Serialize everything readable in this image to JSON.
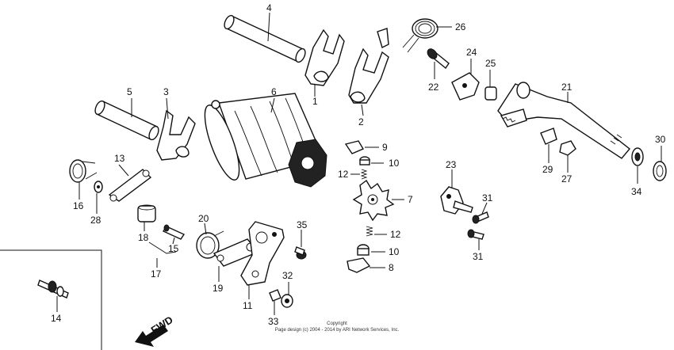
{
  "callouts": {
    "c1": "1",
    "c2": "2",
    "c3": "3",
    "c4": "4",
    "c5": "5",
    "c6": "6",
    "c7": "7",
    "c8": "8",
    "c9": "9",
    "c10a": "10",
    "c10b": "10",
    "c11": "11",
    "c12a": "12",
    "c12b": "12",
    "c13": "13",
    "c14": "14",
    "c15": "15",
    "c16": "16",
    "c17": "17",
    "c18": "18",
    "c19": "19",
    "c20": "20",
    "c21": "21",
    "c22": "22",
    "c23": "23",
    "c24": "24",
    "c25": "25",
    "c26": "26",
    "c27": "27",
    "c28": "28",
    "c29": "29",
    "c30": "30",
    "c31a": "31",
    "c31b": "31",
    "c32": "32",
    "c33": "33",
    "c34": "34",
    "c35": "35"
  },
  "fwd_label": "FWD",
  "copyright": {
    "line1": "Copyright",
    "line2": "Page design (c) 2004 - 2014 by ARI Network Services, Inc."
  }
}
